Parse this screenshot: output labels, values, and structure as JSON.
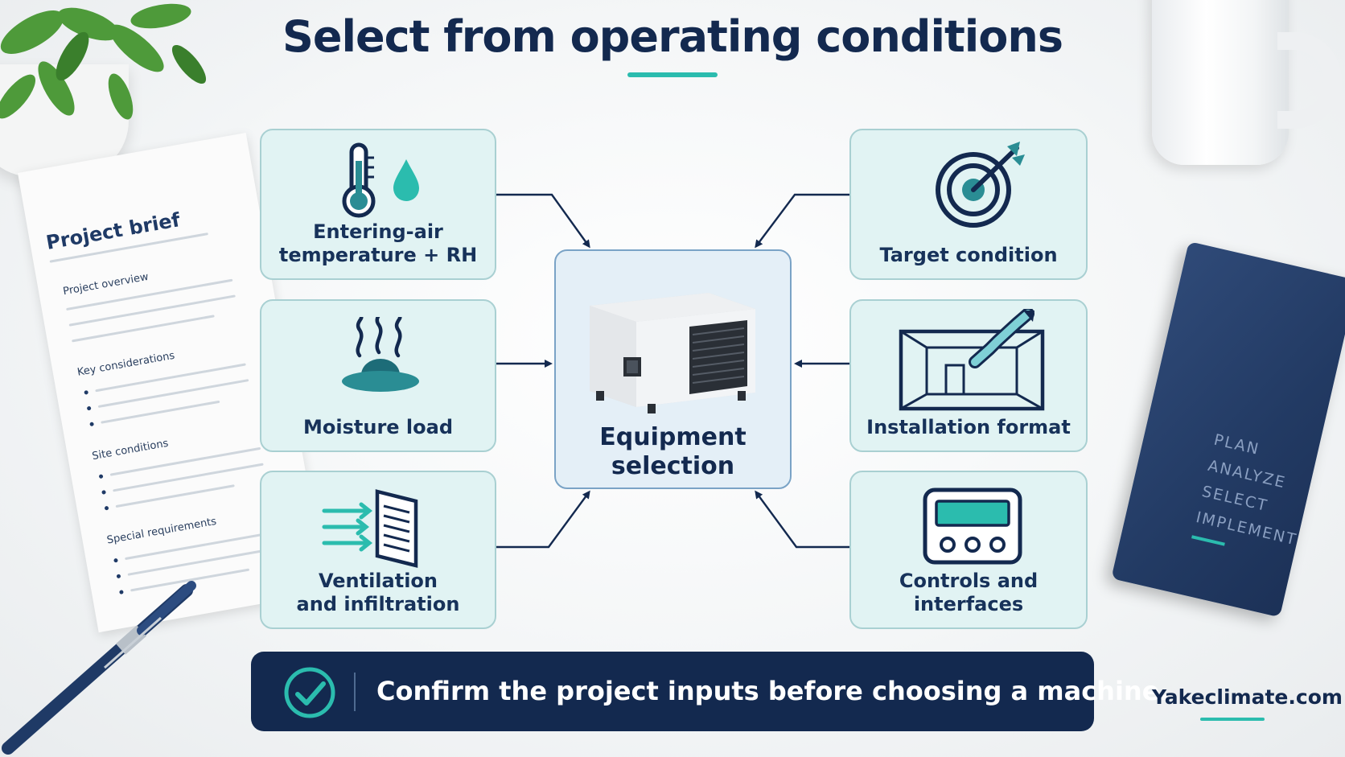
{
  "title": "Select from operating conditions",
  "cards": {
    "entering_air": "Entering-air\ntemperature + RH",
    "moisture": "Moisture load",
    "ventilation": "Ventilation\nand infiltration",
    "target": "Target condition",
    "installation": "Installation format",
    "controls": "Controls and\ninterfaces"
  },
  "center": "Equipment\nselection",
  "banner": "Confirm the project inputs before choosing a machine.",
  "brand": "Yakeclimate.com",
  "paper": {
    "title": "Project brief",
    "sections": [
      "Project overview",
      "Key considerations",
      "Site conditions",
      "Special requirements"
    ]
  },
  "notebook": [
    "PLAN",
    "ANALYZE",
    "SELECT",
    "IMPLEMENT"
  ],
  "colors": {
    "navy": "#13294f",
    "teal": "#2bbcae",
    "icon_teal": "#2a8d94",
    "card_bg": "#e1f3f3",
    "card_border": "#a9d0d2"
  }
}
